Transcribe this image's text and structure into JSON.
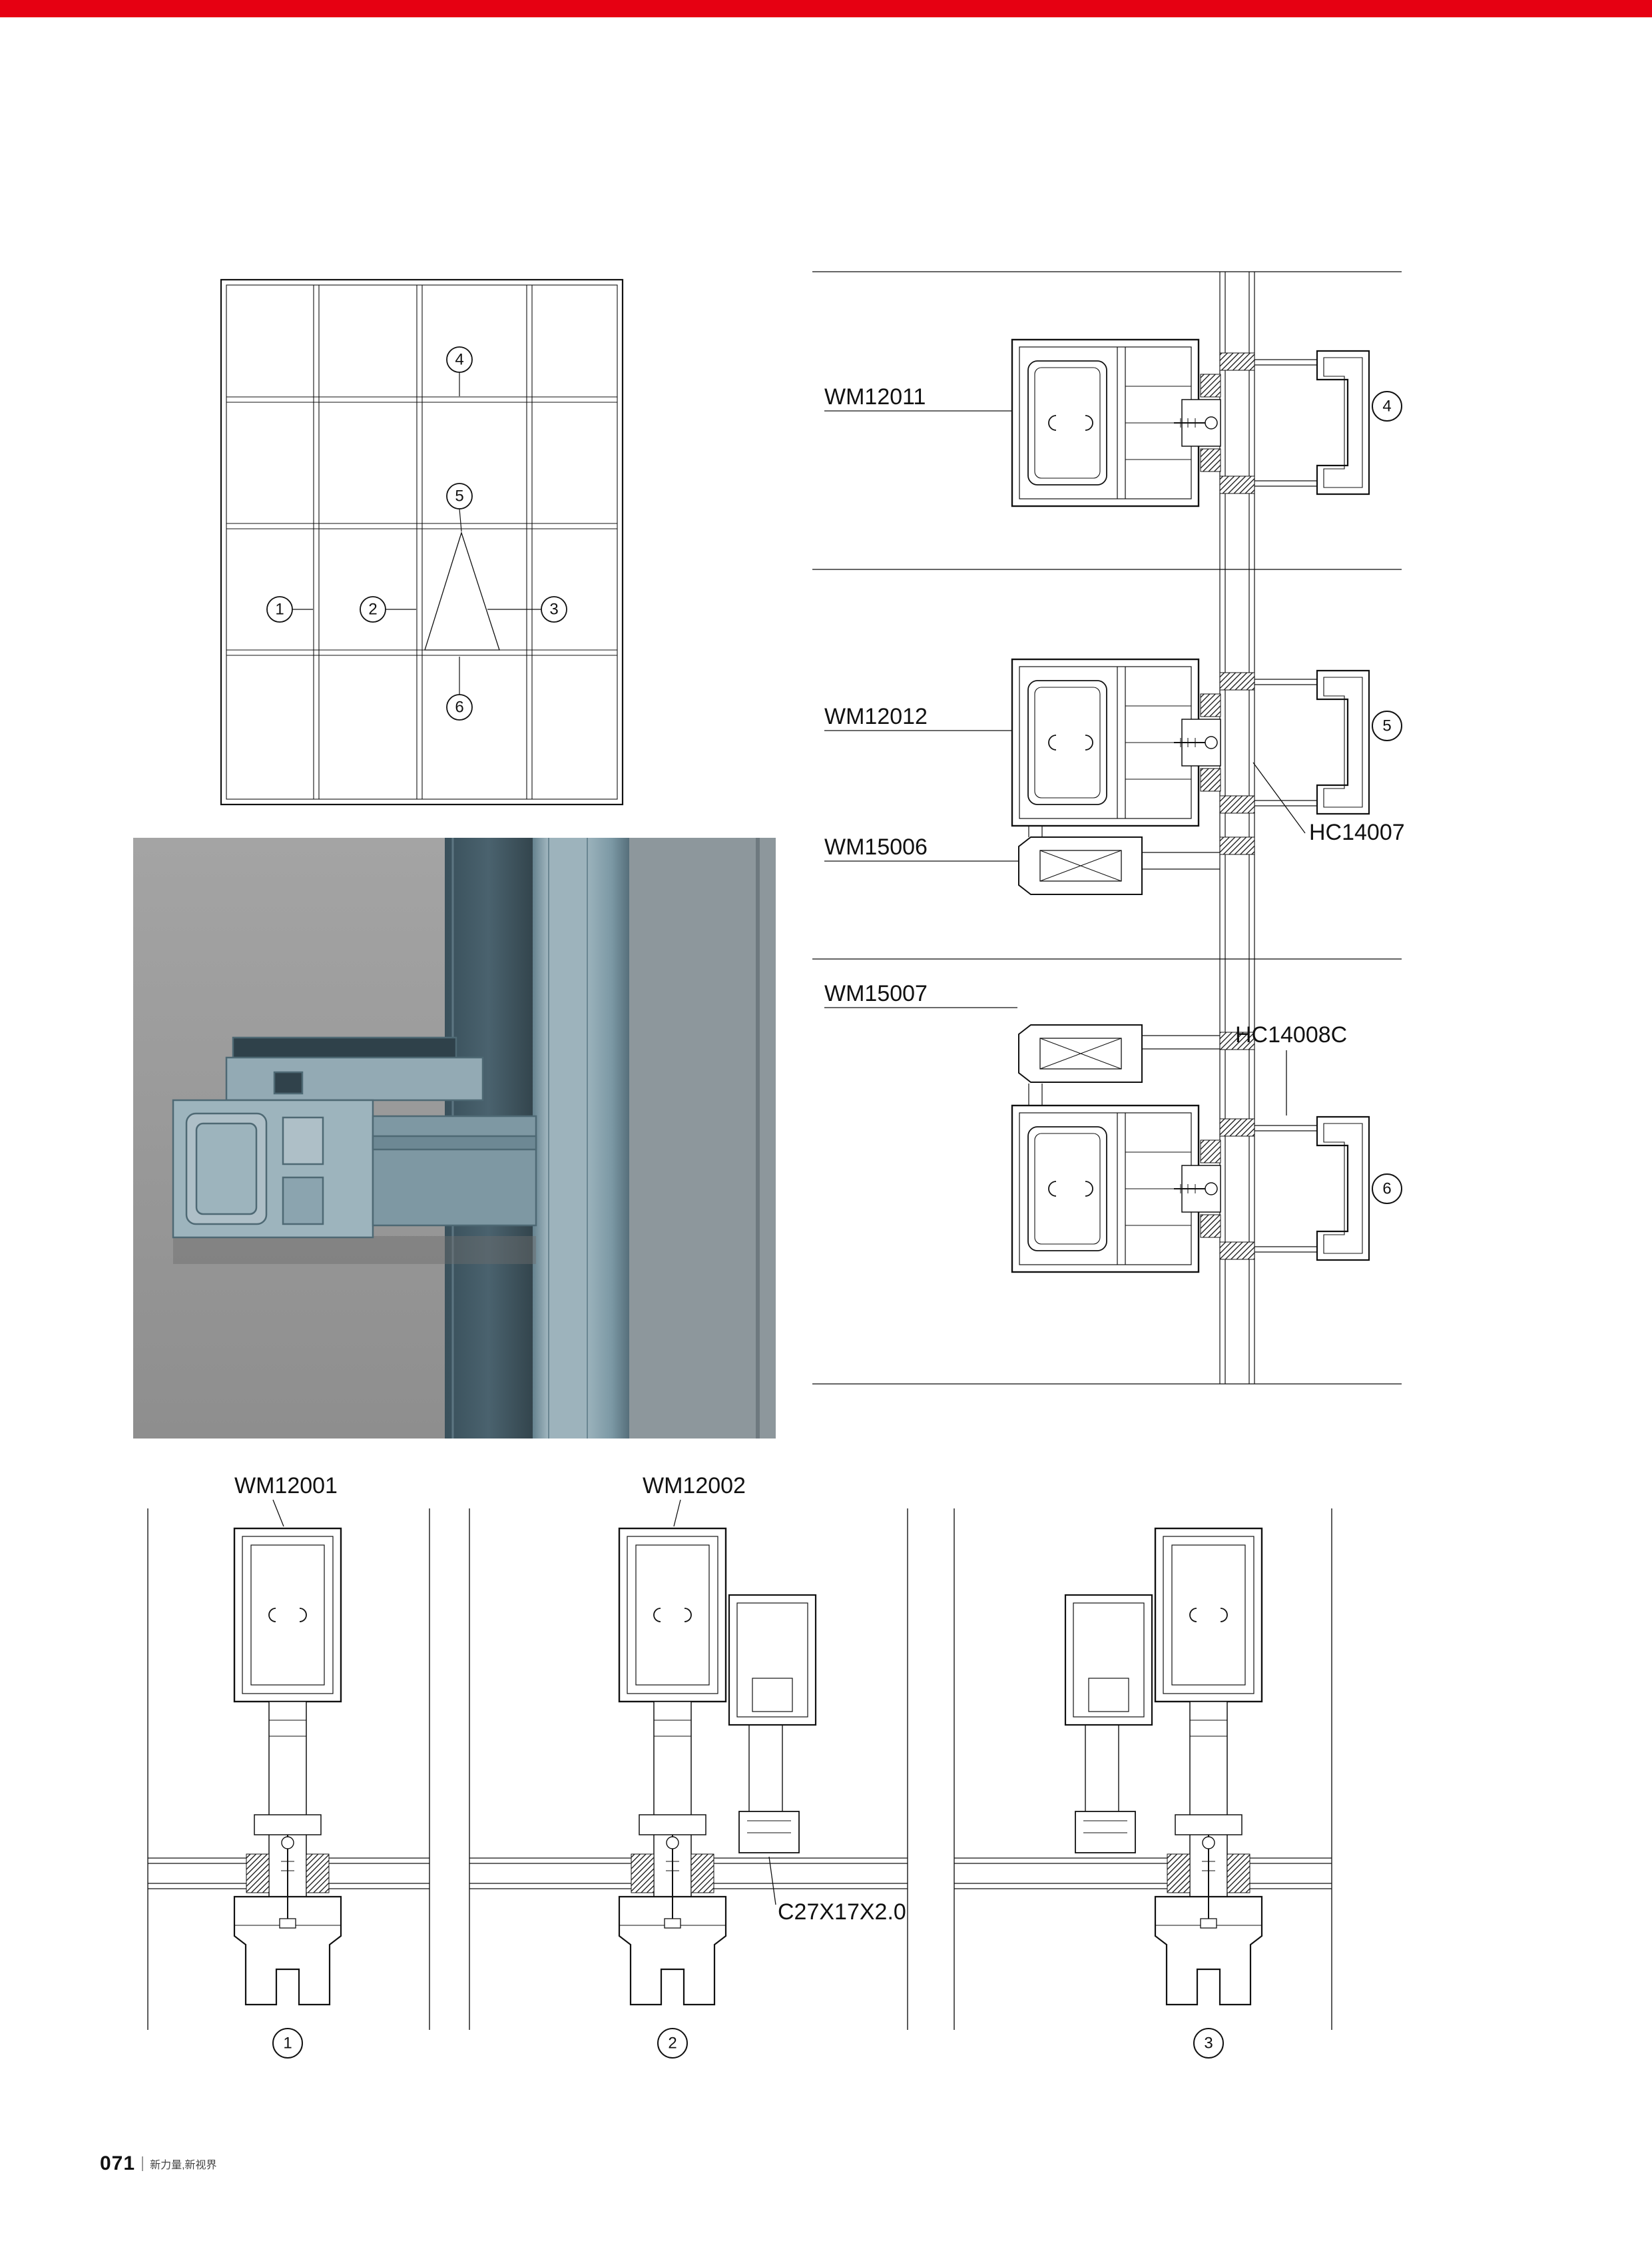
{
  "page": {
    "accent_color": "#e60012",
    "footer": {
      "page_number": "071",
      "tagline": "新力量,新视界"
    }
  },
  "elevation": {
    "callouts": [
      "1",
      "2",
      "3",
      "4",
      "5",
      "6"
    ]
  },
  "vertical_details": {
    "sections": [
      {
        "callout": "4",
        "labels": {
          "frame": "WM12011"
        }
      },
      {
        "callout": "5",
        "labels": {
          "frame": "WM12012",
          "sub": "WM15006",
          "clip": "HC14007"
        }
      },
      {
        "callout": "6",
        "labels": {
          "sub": "WM15007",
          "clip": "HC14008C"
        }
      }
    ]
  },
  "horizontal_details": {
    "sections": [
      {
        "callout": "1",
        "label": "WM12001"
      },
      {
        "callout": "2",
        "label": "WM12002",
        "note": "C27X17X2.0"
      },
      {
        "callout": "3"
      }
    ]
  }
}
